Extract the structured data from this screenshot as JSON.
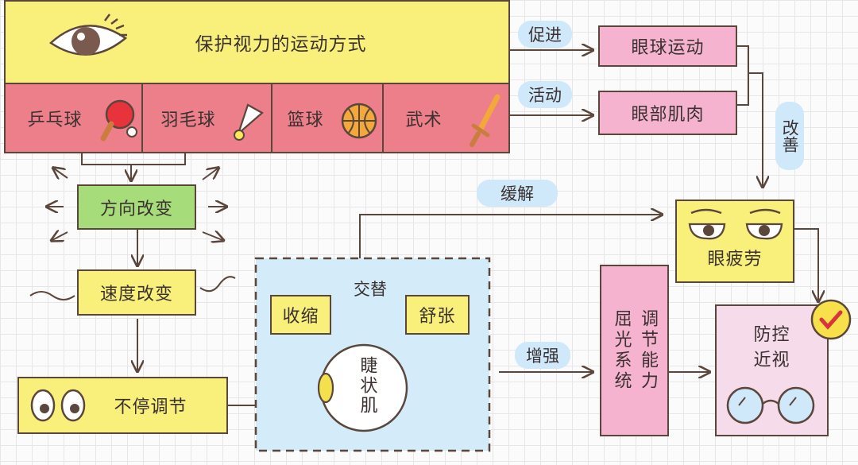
{
  "title": "保护视力的运动方式",
  "sports": [
    {
      "label": "乒乓球",
      "icon": "ping-pong-paddle-icon"
    },
    {
      "label": "羽毛球",
      "icon": "shuttlecock-icon"
    },
    {
      "label": "篮球",
      "icon": "basketball-icon"
    },
    {
      "label": "武术",
      "icon": "sword-icon"
    }
  ],
  "flow": {
    "direction_change": "方向改变",
    "speed_change": "速度改变",
    "constant_adjust": "不停调节"
  },
  "muscle": {
    "contract": "收缩",
    "relax": "舒张",
    "alternate": "交替",
    "ciliary": "睫状肌"
  },
  "right": {
    "eyeball_movement": "眼球运动",
    "eye_muscles": "眼部肌肉",
    "eye_fatigue": "眼疲劳",
    "refraction": "调节能力 屈光系统",
    "refraction_col1": "屈光系统",
    "refraction_col2": "调节能力",
    "prevent_myopia_1": "防控",
    "prevent_myopia_2": "近视"
  },
  "tags": {
    "promote": "促进",
    "activate": "活动",
    "relieve": "缓解",
    "improve": "改善",
    "strengthen": "增强"
  },
  "colors": {
    "yellow": "#f8f07a",
    "pink": "#f6b3cf",
    "green": "#a6dc79",
    "red": "#ec7f8a",
    "light_blue": "#d4ecfa",
    "tag_blue": "#cfe9fb",
    "outline": "#5b463c"
  }
}
